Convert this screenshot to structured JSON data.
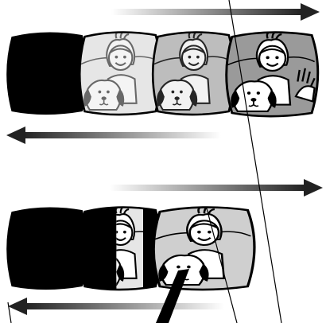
{
  "diagram": {
    "rows": [
      {
        "id": "fade-in",
        "arrows": [
          {
            "direction": "right"
          },
          {
            "direction": "left"
          }
        ],
        "frames": [
          "black",
          "faded-light",
          "faded-medium",
          "full"
        ]
      },
      {
        "id": "wipe",
        "arrows": [
          {
            "direction": "right"
          },
          {
            "direction": "left"
          }
        ],
        "frames": [
          "black",
          "black-wipe-partial",
          "full-with-pointer"
        ]
      }
    ],
    "colors": {
      "ink": "#000000",
      "paper": "#ffffff",
      "sky_light": "#e6e6e6",
      "sky_medium": "#bdbdbd",
      "sky_dark": "#9a9a9a",
      "face": "#ffffff"
    },
    "icons": [
      "girl-waving-icon",
      "dog-icon",
      "arrow-right-icon",
      "arrow-left-icon"
    ]
  }
}
